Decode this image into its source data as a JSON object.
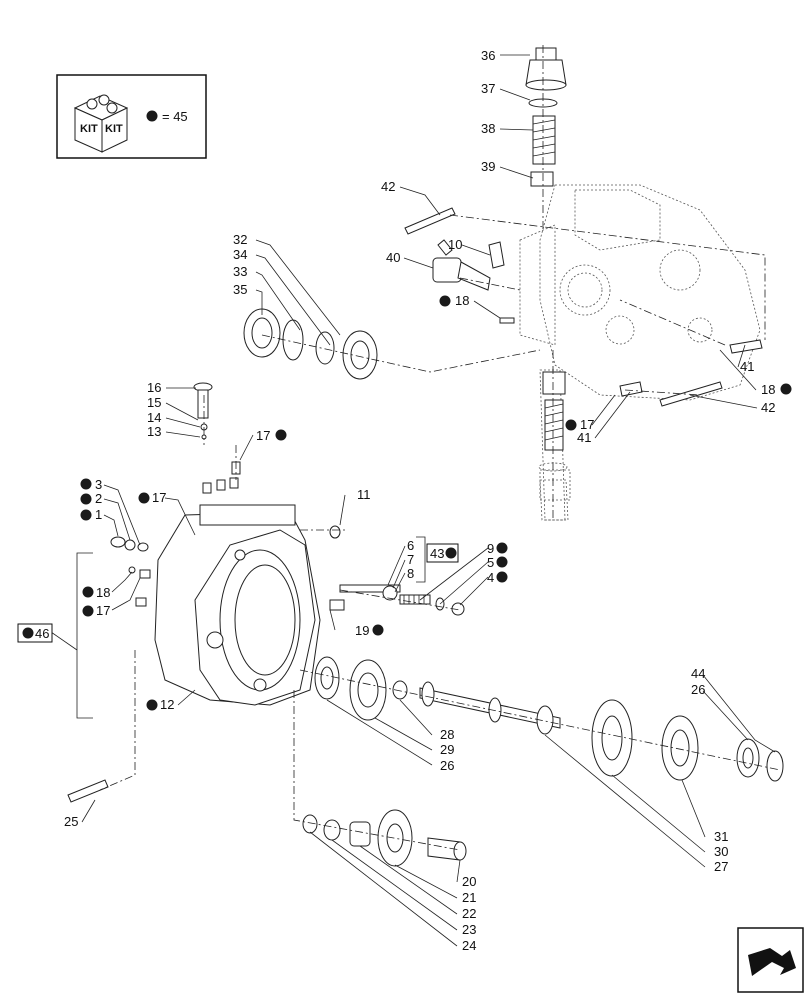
{
  "kit_legend": {
    "kit_label_left": "KIT",
    "kit_label_right": "KIT",
    "legend_value": "= 45"
  },
  "callouts": {
    "c1": "1",
    "c2": "2",
    "c3": "3",
    "c4": "4",
    "c5": "5",
    "c6": "6",
    "c7": "7",
    "c8": "8",
    "c9": "9",
    "c10": "10",
    "c11": "11",
    "c12": "12",
    "c13": "13",
    "c14": "14",
    "c15": "15",
    "c16": "16",
    "c17a": "17",
    "c17b": "17",
    "c17c": "17",
    "c17d": "17",
    "c18a": "18",
    "c18b": "18",
    "c18c": "18",
    "c19": "19",
    "c20": "20",
    "c21": "21",
    "c22": "22",
    "c23": "23",
    "c24": "24",
    "c25": "25",
    "c26a": "26",
    "c26b": "26",
    "c27": "27",
    "c28": "28",
    "c29": "29",
    "c30": "30",
    "c31": "31",
    "c32": "32",
    "c33": "33",
    "c34": "34",
    "c35": "35",
    "c36": "36",
    "c37": "37",
    "c38": "38",
    "c39": "39",
    "c40": "40",
    "c41a": "41",
    "c41b": "41",
    "c42a": "42",
    "c42b": "42",
    "c43": "43",
    "c44": "44",
    "c46": "46"
  },
  "nav": {
    "icon": "next-page-arrow-icon"
  }
}
